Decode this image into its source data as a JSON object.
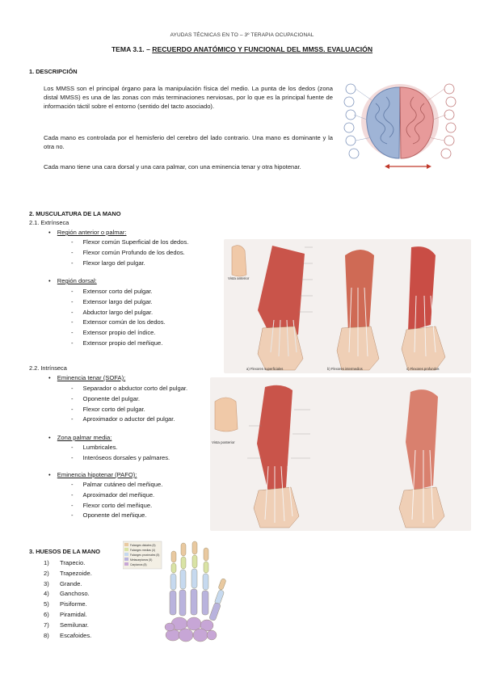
{
  "header": "AYUDAS TÉCNICAS EN TO – 3º TERAPIA OCUPACIONAL",
  "title": {
    "prefix": "TEMA 3.1. – ",
    "main": "RECUERDO ANATÓMICO Y FUNCIONAL DEL MMSS. EVALUACIÓN"
  },
  "s1": {
    "heading": "1.   DESCRIPCIÓN",
    "p1": "Los MMSS son el principal órgano para la manipulación física del medio. La punta de los dedos (zona distal MMSS) es una de las zonas con más terminaciones nerviosas, por lo que es la principal fuente de información táctil sobre el entorno (sentido del tacto asociado).",
    "p2": "Cada mano es controlada por el hemisferio del cerebro del lado contrario. Una mano es dominante y la otra no.",
    "p3": "Cada mano tiene una cara dorsal y una cara palmar, con una eminencia tenar y otra hipotenar."
  },
  "s2": {
    "heading": "2.   MUSCULATURA DE LA MANO",
    "sub1": "2.1. Extrínseca",
    "anterior_label": "Región anterior o palmar:",
    "anterior": [
      "Flexor común Superficial de los dedos.",
      "Flexor común Profundo de los dedos.",
      "Flexor largo del pulgar."
    ],
    "dorsal_label": "Región dorsal:",
    "dorsal": [
      "Extensor corto del pulgar.",
      "Extensor largo del pulgar.",
      "Abductor largo del pulgar.",
      "Extensor común de los dedos.",
      "Extensor propio del índice.",
      "Extensor propio del meñique."
    ],
    "sub2": "2.2. Intrínseca",
    "tenar_label": "Eminencia tenar (SOFA):",
    "tenar": [
      "Separador o abductor corto del pulgar.",
      "Oponente del pulgar.",
      "Flexor corto del pulgar.",
      "Aproximador o aductor del pulgar."
    ],
    "media_label": "Zona palmar media:",
    "media": [
      "Lumbricales.",
      "Interóseos dorsales y palmares."
    ],
    "hipo_label": "Eminencia hipotenar (PAFO):",
    "hipo": [
      "Palmar cutáneo del meñique.",
      "Aproximador del meñique.",
      "Flexor corto del meñique.",
      "Oponente del meñique."
    ]
  },
  "s3": {
    "heading": "3.   HUESOS DE LA MANO",
    "bones": [
      "Trapecio.",
      "Trapezoide.",
      "Grande.",
      "Ganchoso.",
      "Pisiforme.",
      "Piramidal.",
      "Semilunar.",
      "Escafoides."
    ],
    "nums": [
      "1)",
      "2)",
      "3)",
      "4)",
      "5)",
      "6)",
      "7)",
      "8)"
    ]
  },
  "fig1": {
    "labels": [
      "Vista anterior",
      "a) Flexores superficiales",
      "b) Flexores intermedios",
      "c) Flexores profundos"
    ]
  },
  "fig2": {
    "labels": [
      "Vista posterior"
    ]
  },
  "fig3": {
    "legend": [
      "Falanges distales (5)",
      "Falanges medias (4)",
      "Falanges proximales (5)",
      "Metacarpianos (5)",
      "Carpianos (8)"
    ],
    "legend_colors": [
      "#e9c9a0",
      "#d9e3a5",
      "#c6d9ef",
      "#b9b3dd",
      "#c7a6d6"
    ]
  }
}
